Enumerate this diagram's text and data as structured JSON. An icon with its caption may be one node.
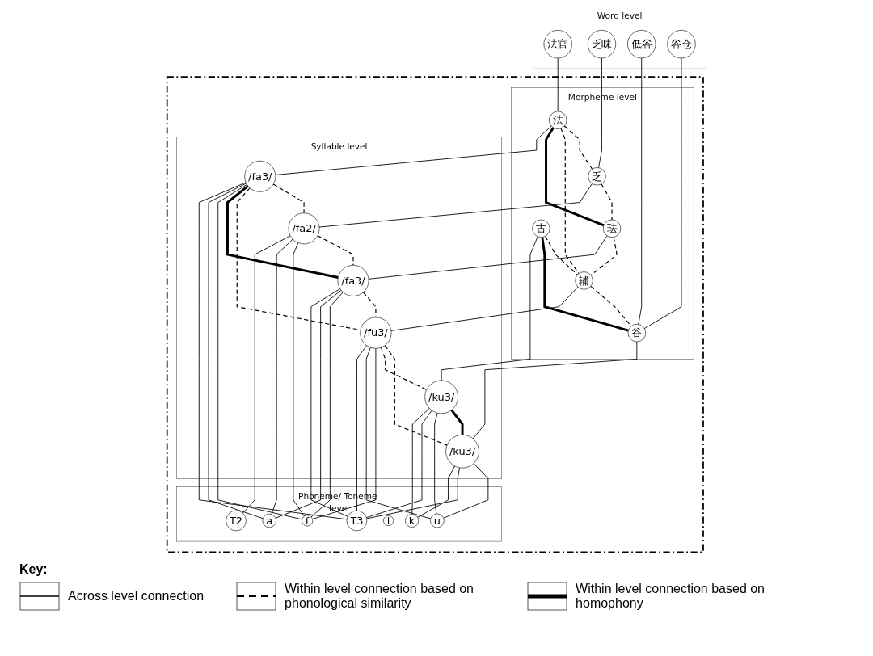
{
  "diagram": {
    "nodes": [
      {
        "text": [
          "Word level"
        ]
      },
      {
        "text": [
          "法官"
        ],
        "in": 0
      },
      {
        "text": [
          "乏味"
        ],
        "in": 0
      },
      {
        "text": [
          "低谷"
        ],
        "in": 0
      },
      {
        "text": [
          "谷仓"
        ],
        "in": 0
      },
      {
        "text": [],
        "shape": "box"
      },
      {
        "text": [
          "Morpheme level"
        ],
        "in": 5
      },
      {
        "text": [
          "法"
        ],
        "in": 6
      },
      {
        "text": [
          "乏"
        ],
        "in": 6
      },
      {
        "text": [
          "古"
        ],
        "in": 6
      },
      {
        "text": [
          "谷"
        ],
        "in": 6
      },
      {
        "text": [
          "珐"
        ],
        "in": 6
      },
      {
        "text": [
          "辅"
        ],
        "in": 6
      },
      {
        "text": [
          "Syllable level"
        ],
        "in": 5
      },
      {
        "text": [
          "/fa3/"
        ],
        "in": 13
      },
      {
        "text": [
          "/fa2/"
        ],
        "in": 13
      },
      {
        "text": [
          "/ku3/"
        ],
        "in": 13
      },
      {
        "text": [
          "/fu3/"
        ],
        "in": 13
      },
      {
        "text": [
          "/fa3/"
        ],
        "in": 13
      },
      {
        "text": [
          "/ku3/"
        ],
        "in": 13
      },
      {
        "text": [
          "Phoneme/ Toneme level"
        ],
        "in": 5
      },
      {
        "text": [
          "f"
        ],
        "in": 20
      },
      {
        "text": [
          "a"
        ],
        "in": 20
      },
      {
        "text": [
          "u"
        ],
        "in": 20
      },
      {
        "text": [
          "T2"
        ],
        "in": 20
      },
      {
        "text": [
          "l"
        ],
        "in": 20
      },
      {
        "text": [
          "T3"
        ],
        "in": 20
      },
      {
        "text": [
          "k"
        ],
        "in": 20
      }
    ],
    "edges": [
      {
        "from": 1,
        "to": 7,
        "arrow": "none"
      },
      {
        "from": 2,
        "to": 8,
        "arrow": "none"
      },
      {
        "from": 3,
        "to": 10,
        "arrow": "none"
      },
      {
        "from": 4,
        "to": 10,
        "arrow": "none"
      },
      {
        "from": 7,
        "to": 8,
        "arrow": "none",
        "style": "dashed"
      },
      {
        "from": 7,
        "to": 12,
        "arrow": "none",
        "style": "dashed"
      },
      {
        "from": 7,
        "to": 11,
        "arrow": "none",
        "style": "thick"
      },
      {
        "from": 8,
        "to": 11,
        "arrow": "none",
        "style": "dashed"
      },
      {
        "from": 11,
        "to": 12,
        "arrow": "none",
        "style": "dashed"
      },
      {
        "from": 9,
        "to": 12,
        "arrow": "none",
        "style": "dashed"
      },
      {
        "from": 9,
        "to": 10,
        "arrow": "none",
        "style": "thick"
      },
      {
        "from": 12,
        "to": 10,
        "arrow": "none",
        "style": "dashed"
      },
      {
        "from": 7,
        "to": 14,
        "arrow": "none"
      },
      {
        "from": 11,
        "to": 18,
        "arrow": "none"
      },
      {
        "from": 8,
        "to": 15,
        "arrow": "none"
      },
      {
        "from": 12,
        "to": 17,
        "arrow": "none"
      },
      {
        "from": 9,
        "to": 19,
        "arrow": "none"
      },
      {
        "from": 10,
        "to": 16,
        "arrow": "none"
      },
      {
        "from": 14,
        "to": 15,
        "arrow": "none",
        "style": "dashed"
      },
      {
        "from": 14,
        "to": 17,
        "arrow": "none",
        "style": "dashed"
      },
      {
        "from": 14,
        "to": 18,
        "arrow": "none",
        "style": "thick"
      },
      {
        "from": 15,
        "to": 18,
        "arrow": "none",
        "style": "dashed"
      },
      {
        "from": 18,
        "to": 17,
        "arrow": "none",
        "style": "dashed"
      },
      {
        "from": 17,
        "to": 16,
        "arrow": "none",
        "style": "dashed"
      },
      {
        "from": 17,
        "to": 19,
        "arrow": "none",
        "style": "dashed"
      },
      {
        "from": 19,
        "to": 16,
        "arrow": "none",
        "style": "thick"
      },
      {
        "from": 14,
        "to": 21,
        "arrow": "none"
      },
      {
        "from": 14,
        "to": 22,
        "arrow": "none"
      },
      {
        "from": 14,
        "to": 26,
        "arrow": "none"
      },
      {
        "from": 18,
        "to": 21,
        "arrow": "none"
      },
      {
        "from": 18,
        "to": 22,
        "arrow": "none"
      },
      {
        "from": 18,
        "to": 26,
        "arrow": "none"
      },
      {
        "from": 15,
        "to": 21,
        "arrow": "none"
      },
      {
        "from": 15,
        "to": 22,
        "arrow": "none"
      },
      {
        "from": 15,
        "to": 24,
        "arrow": "none"
      },
      {
        "from": 17,
        "to": 21,
        "arrow": "none"
      },
      {
        "from": 17,
        "to": 23,
        "arrow": "none"
      },
      {
        "from": 17,
        "to": 26,
        "arrow": "none"
      },
      {
        "from": 19,
        "to": 23,
        "arrow": "none"
      },
      {
        "from": 19,
        "to": 26,
        "arrow": "none"
      },
      {
        "from": 19,
        "to": 27,
        "arrow": "none"
      },
      {
        "from": 16,
        "to": 23,
        "arrow": "none"
      },
      {
        "from": 16,
        "to": 26,
        "arrow": "none"
      },
      {
        "from": 16,
        "to": 27,
        "arrow": "none"
      }
    ],
    "labels": [
      "Key:"
    ],
    "legend": [
      {
        "text": "Across level connection"
      },
      {
        "text": "Within level connection based on phonological similarity"
      },
      {
        "text": "Within level connection based on homophony"
      }
    ]
  }
}
